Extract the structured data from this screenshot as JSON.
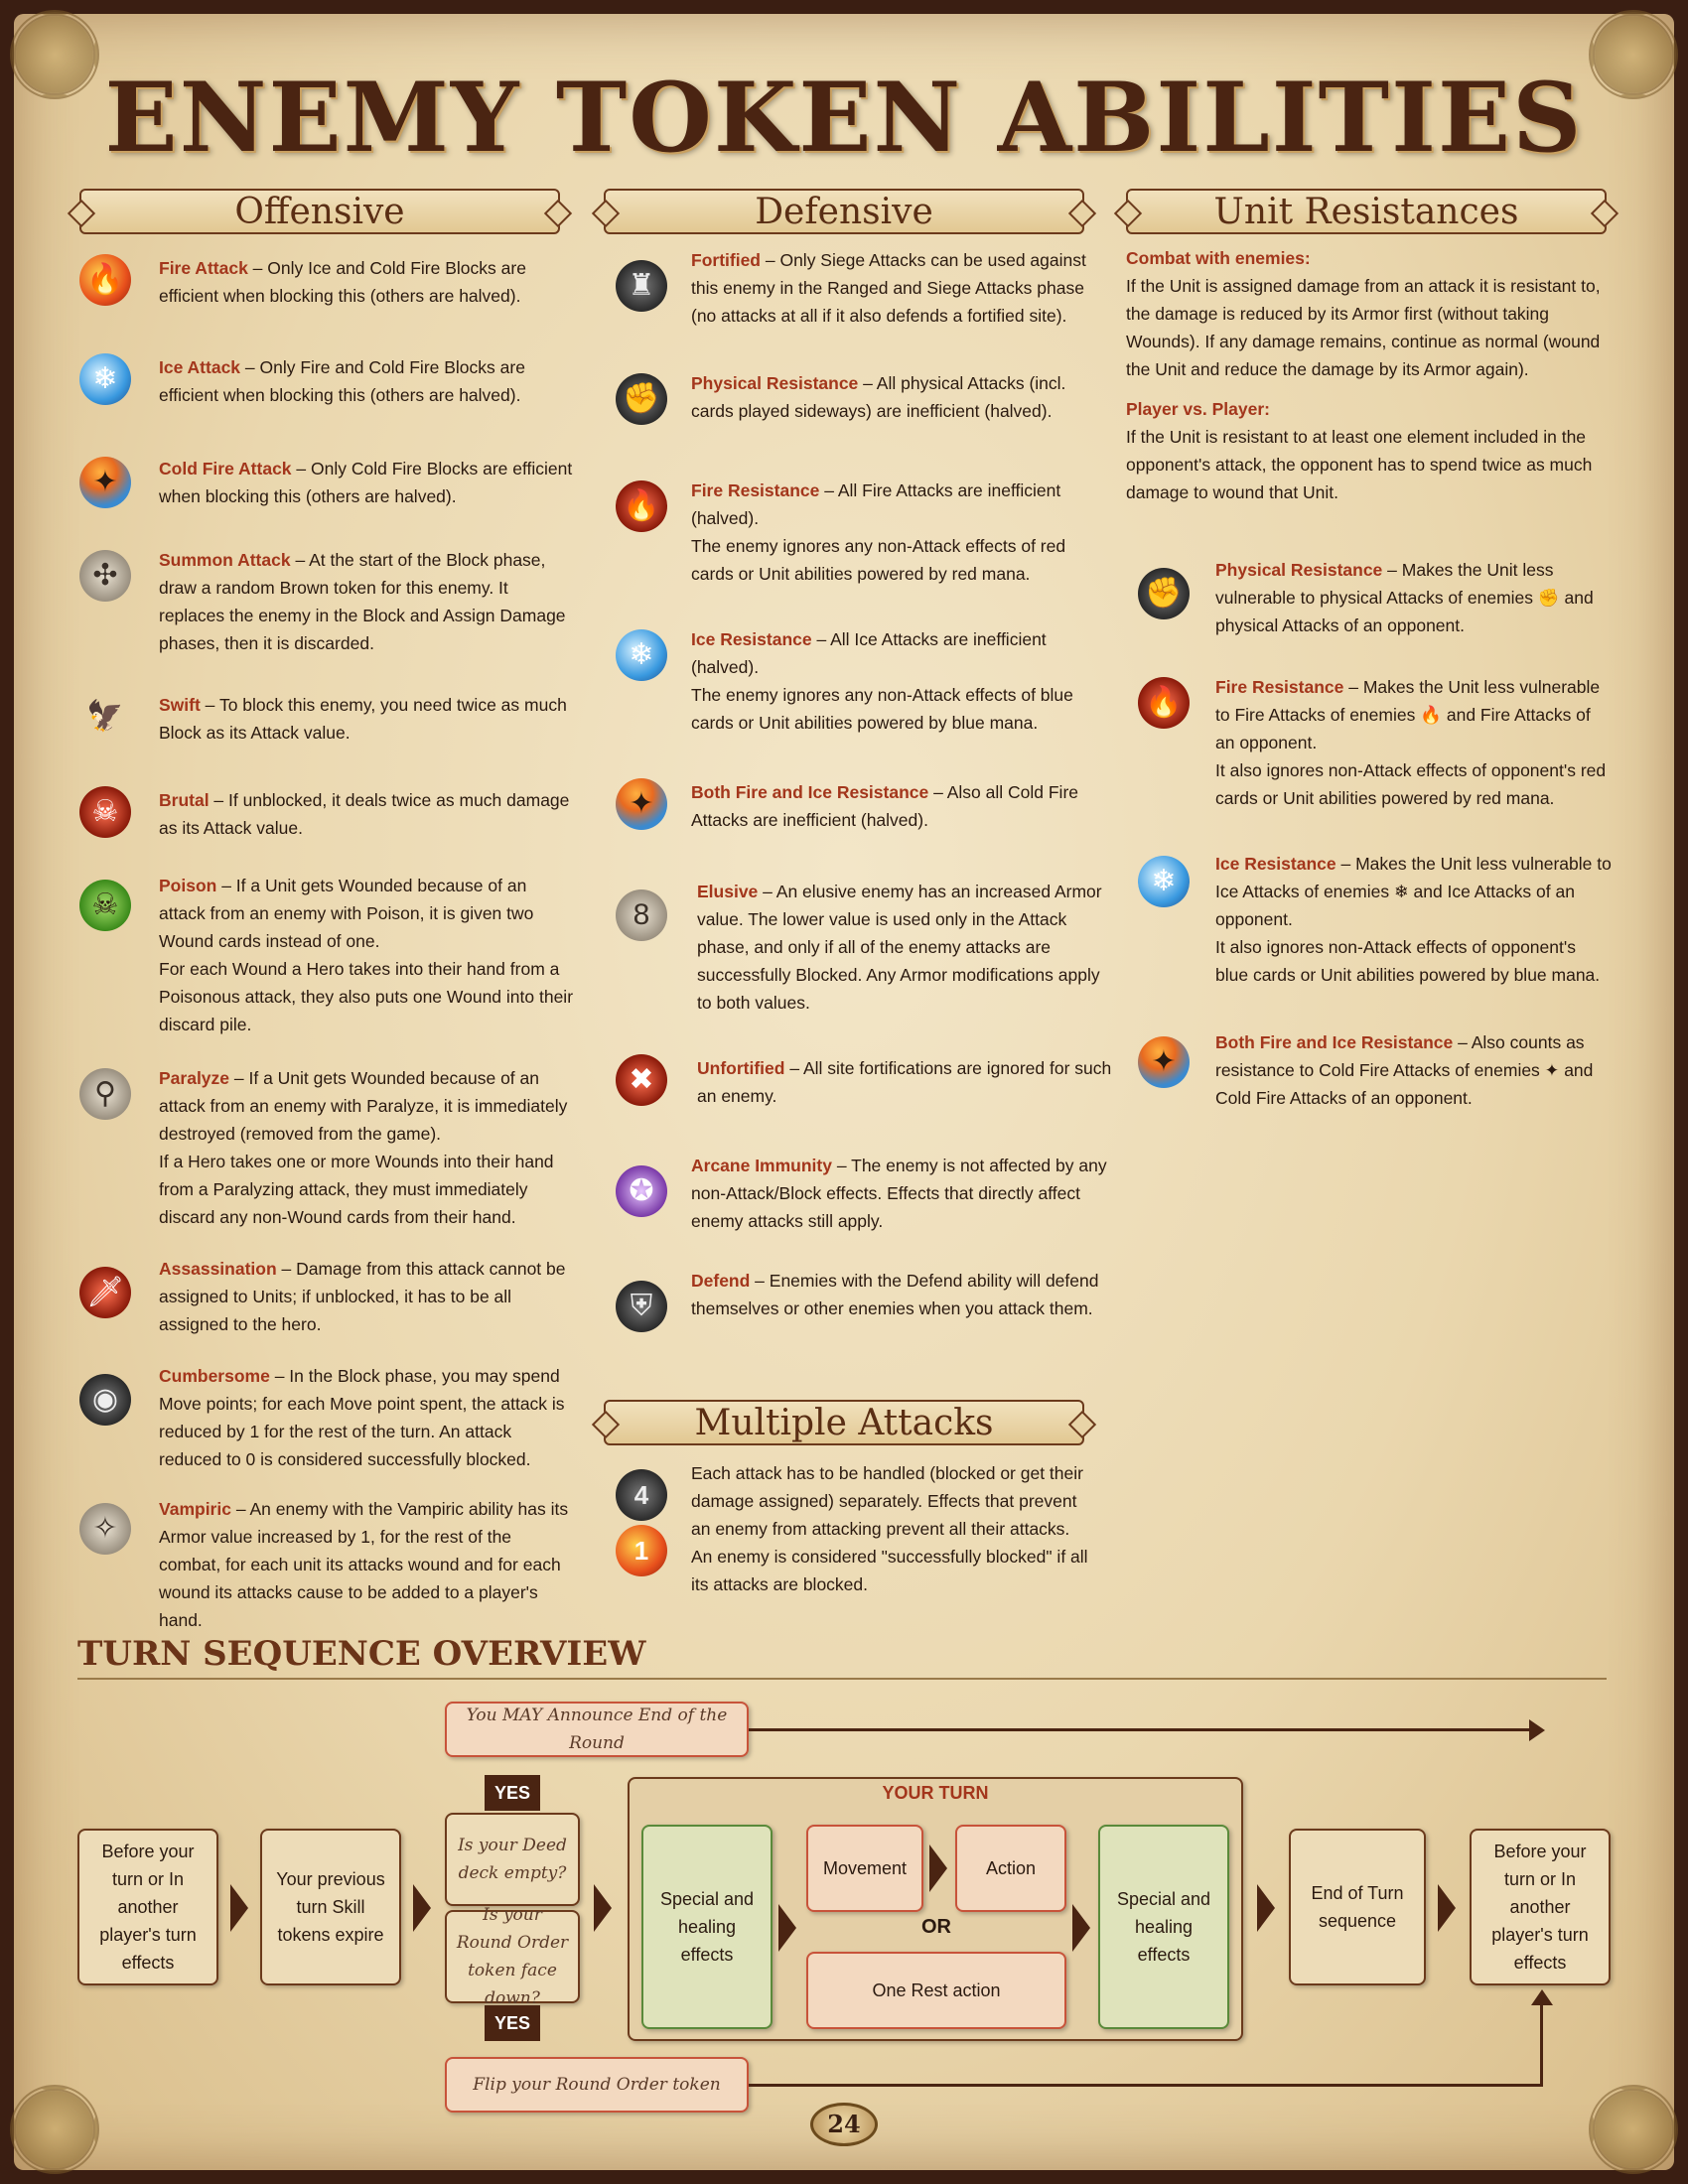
{
  "title": "ENEMY TOKEN ABILITIES",
  "offensive": {
    "heading": "Offensive",
    "items": [
      {
        "name": "Fire Attack",
        "text": " – Only Ice and Cold Fire Blocks are efficient when blocking this (others are halved).",
        "icon": "fire-attack-icon"
      },
      {
        "name": "Ice Attack",
        "text": " – Only Fire and Cold Fire Blocks are efficient when blocking this (others are halved).",
        "icon": "ice-attack-icon"
      },
      {
        "name": "Cold Fire Attack",
        "text": " – Only Cold Fire Blocks are efficient when blocking this (others are halved).",
        "icon": "cold-fire-attack-icon"
      },
      {
        "name": "Summon Attack",
        "text": " – At the start of the Block phase, draw a random Brown token for this enemy. It replaces the enemy in the Block and Assign Damage phases, then it is discarded.",
        "icon": "summon-attack-icon"
      },
      {
        "name": "Swift",
        "text": " – To block this enemy, you need twice as much Block as its Attack value.",
        "icon": "swift-icon"
      },
      {
        "name": "Brutal",
        "text": " – If unblocked, it deals twice as much damage as its Attack value.",
        "icon": "brutal-icon"
      },
      {
        "name": "Poison",
        "text": " – If a Unit gets Wounded because of an attack from an enemy with Poison, it is given two Wound cards instead of one.",
        "text2": "For each Wound a Hero takes into their hand from a Poisonous attack, they also puts one Wound into their discard pile.",
        "icon": "poison-icon"
      },
      {
        "name": "Paralyze",
        "text": " – If a Unit gets Wounded because of an attack from an enemy with Paralyze, it is immediately destroyed (removed from the game).",
        "text2": "If a Hero takes one or more Wounds into their hand from a Paralyzing attack, they must immediately discard any non-Wound cards from their hand.",
        "icon": "paralyze-icon"
      },
      {
        "name": "Assassination",
        "text": " – Damage from this attack cannot be assigned to Units; if unblocked, it has to be all assigned to the hero.",
        "icon": "assassination-icon"
      },
      {
        "name": "Cumbersome",
        "text": " – In the Block phase, you may spend Move points; for each Move point spent, the attack is reduced by 1 for the rest of the turn. An attack reduced to 0 is considered successfully blocked.",
        "icon": "cumbersome-icon"
      },
      {
        "name": "Vampiric",
        "text": " – An enemy with the Vampiric ability has its Armor value increased by 1, for the rest of the combat, for each unit its attacks wound and for each wound its attacks cause to be added to a player's hand.",
        "icon": "vampiric-icon"
      }
    ]
  },
  "defensive": {
    "heading": "Defensive",
    "items": [
      {
        "name": "Fortified",
        "text": " – Only Siege Attacks can be used against this enemy in the Ranged and Siege Attacks phase (no attacks at all if it also defends a fortified site).",
        "icon": "fortified-icon"
      },
      {
        "name": "Physical Resistance",
        "text": " – All physical Attacks (incl. cards played sideways) are inefficient (halved).",
        "icon": "physical-resistance-icon"
      },
      {
        "name": "Fire Resistance",
        "text": " – All Fire Attacks are inefficient (halved).",
        "text2": "The enemy ignores any non-Attack effects of red cards or Unit abilities powered by red mana.",
        "icon": "fire-resistance-icon"
      },
      {
        "name": "Ice Resistance",
        "text": " – All Ice Attacks are inefficient (halved).",
        "text2": "The enemy ignores any non-Attack effects of blue cards or Unit abilities powered by blue mana.",
        "icon": "ice-resistance-icon"
      },
      {
        "name": "Both Fire and Ice Resistance",
        "text": " – Also all Cold Fire Attacks are inefficient (halved).",
        "icon": "fire-ice-resistance-icon"
      },
      {
        "name": "Elusive",
        "text": " – An elusive enemy has an increased Armor value. The lower value is used only in the Attack phase, and only if all of the enemy attacks are successfully Blocked. Any Armor modifications apply to both values.",
        "icon": "elusive-icon"
      },
      {
        "name": "Unfortified",
        "text": " – All site fortifications are ignored for such an enemy.",
        "icon": "unfortified-icon"
      },
      {
        "name": "Arcane Immunity",
        "text": " – The enemy is not affected by any non-Attack/Block effects. Effects that directly affect enemy attacks still apply.",
        "icon": "arcane-immunity-icon"
      },
      {
        "name": "Defend",
        "text": " – Enemies with the Defend ability will defend themselves or other enemies when you attack them.",
        "icon": "defend-icon"
      }
    ]
  },
  "multiple": {
    "heading": "Multiple Attacks",
    "text": "Each attack has to be handled (blocked or get their damage assigned) separately. Effects that prevent an enemy from attacking prevent all their attacks. An enemy is considered \"successfully blocked\" if all its attacks are blocked.",
    "badge_top": "4",
    "badge_bottom": "1"
  },
  "resistances": {
    "heading": "Unit Resistances",
    "combat_label": "Combat with enemies:",
    "combat_text": "If the Unit is assigned damage from an attack it is resistant to, the damage is reduced by its Armor first (without taking Wounds). If any damage remains, continue as normal (wound the Unit and reduce the damage by its Armor again).",
    "pvp_label": "Player vs. Player:",
    "pvp_text": "If the Unit is resistant to at least one element included in the opponent's attack, the opponent has to spend twice as much damage to wound that Unit.",
    "items": [
      {
        "name": "Physical Resistance",
        "text": " – Makes the Unit less vulnerable to physical Attacks of enemies ✊ and physical Attacks of an opponent.",
        "icon": "physical-resistance-icon"
      },
      {
        "name": "Fire Resistance",
        "text": " – Makes the Unit less vulnerable to Fire Attacks of enemies 🔥 and Fire Attacks of an opponent.",
        "text2": "It also ignores non-Attack effects of opponent's red cards or Unit abilities powered by red mana.",
        "icon": "fire-resistance-icon"
      },
      {
        "name": "Ice Resistance",
        "text": " – Makes the Unit less vulnerable to Ice Attacks of enemies ❄ and Ice Attacks of an opponent.",
        "text2": "It also ignores non-Attack effects of opponent's blue cards or Unit abilities powered by blue mana.",
        "icon": "ice-resistance-icon"
      },
      {
        "name": "Both Fire and Ice Resistance",
        "text": " – Also counts as resistance to Cold Fire Attacks of enemies ✦ and Cold Fire Attacks of an opponent.",
        "icon": "fire-ice-resistance-icon"
      }
    ]
  },
  "turn": {
    "heading": "TURN SEQUENCE OVERVIEW",
    "announce": "You MAY Announce End of the Round",
    "before1": "Before your turn or In another player's turn effects",
    "skill": "Your previous turn Skill tokens expire",
    "yes": "YES",
    "q1": "Is your Deed deck empty?",
    "q2": "Is your Round Order token face down?",
    "your_turn": "YOUR TURN",
    "special1": "Special and healing effects",
    "movement": "Movement",
    "action": "Action",
    "or": "OR",
    "rest": "One Rest action",
    "special2": "Special and healing effects",
    "end_turn": "End of Turn sequence",
    "before2": "Before your turn or In another player's turn effects",
    "flip": "Flip your Round Order token"
  },
  "page_number": "24"
}
